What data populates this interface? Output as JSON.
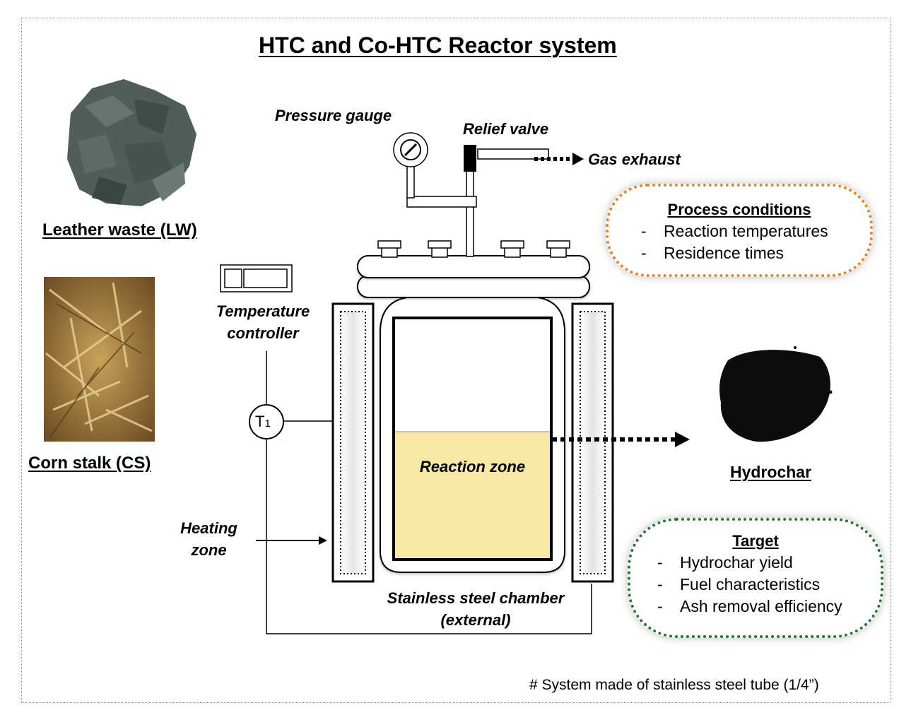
{
  "title": "HTC and Co-HTC Reactor system",
  "feedstocks": [
    {
      "label": "Leather waste (LW)",
      "image": "leather-waste-photo"
    },
    {
      "label": "Corn stalk (CS)",
      "image": "corn-stalk-photo"
    }
  ],
  "components": {
    "pressure_gauge": "Pressure gauge",
    "relief_valve": "Relief valve",
    "gas_exhaust": "Gas exhaust",
    "temperature_controller_line1": "Temperature",
    "temperature_controller_line2": "controller",
    "thermocouple": "T",
    "thermocouple_sub": "1",
    "heating_zone_line1": "Heating",
    "heating_zone_line2": "zone",
    "reaction_zone": "Reaction zone",
    "chamber_line1": "Stainless steel chamber",
    "chamber_line2": "(external)"
  },
  "product": {
    "label": "Hydrochar",
    "image": "hydrochar-photo"
  },
  "process_conditions": {
    "heading": "Process conditions",
    "items": [
      "Reaction temperatures",
      "Residence times"
    ]
  },
  "target": {
    "heading": "Target",
    "items": [
      "Hydrochar yield",
      "Fuel characteristics",
      "Ash removal efficiency"
    ]
  },
  "footnote": "# System made of stainless steel tube (1/4”)",
  "colors": {
    "reaction_zone_fill": "#f8e8a6",
    "process_border": "#f07f18",
    "target_border": "#1e7a2a",
    "leather": "#4f5e5a",
    "corn_stalk": "#b08a45",
    "hydrochar": "#0c0c0e"
  }
}
